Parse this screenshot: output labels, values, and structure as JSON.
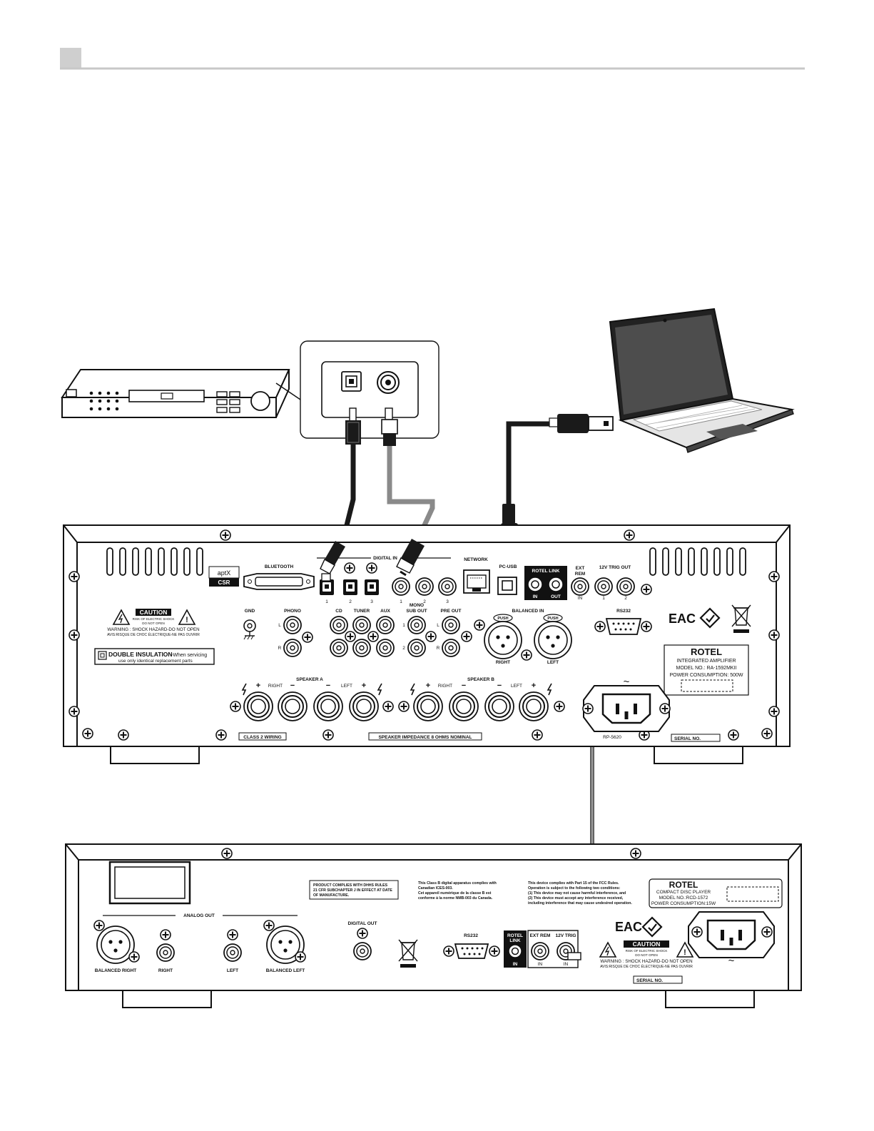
{
  "amplifier": {
    "digital_in_header": "DIGITAL IN",
    "digital_in_numbers": [
      "1",
      "2",
      "3",
      "1",
      "2",
      "3"
    ],
    "aptx_label": "aptX",
    "csr_label": "CSR",
    "bluetooth_label": "BLUETOOTH",
    "network_label": "NETWORK",
    "pc_usb_label": "PC-USB",
    "rotel_link_label": "ROTEL LINK",
    "rotel_link_in": "IN",
    "rotel_link_out": "OUT",
    "ext_rem_label_1": "EXT",
    "ext_rem_label_2": "REM",
    "ext_rem_in": "IN",
    "trig_out_label": "12V TRIG OUT",
    "trig_numbers": [
      "1",
      "2"
    ],
    "caution_label": "CAUTION",
    "caution_small_1": "RISK OF ELECTRIC SHOCK",
    "caution_small_2": "DO NOT OPEN",
    "warning_text": "WARNING : SHOCK HAZARD-DO NOT OPEN",
    "avis_text": "AVIS:RISQUE DE CHOC ÉLECTRIQUE-NE PAS OUVRIR",
    "double_insulation": "DOUBLE INSULATION",
    "double_insulation_rest": "-When servicing",
    "double_insulation_line2": "use only identical replacement parts",
    "gnd_label": "GND",
    "phono_label": "PHONO",
    "cd_label": "CD",
    "tuner_label": "TUNER",
    "aux_label": "AUX",
    "mono_sub_out_1": "MONO",
    "mono_sub_out_2": "SUB OUT",
    "pre_out_label": "PRE OUT",
    "balanced_in_label": "BALANCED IN",
    "push_label": "PUSH",
    "right_label": "RIGHT",
    "left_label": "LEFT",
    "l_label": "L",
    "r_label": "R",
    "num_1": "1",
    "num_2": "2",
    "rs232_label": "RS232",
    "eac_label": "EAC",
    "speaker_a_label": "SPEAKER  A",
    "speaker_b_label": "SPEAKER  B",
    "plus": "+",
    "minus": "−",
    "class2_wiring": "CLASS 2 WIRING",
    "impedance_label": "SPEAKER IMPEDANCE 8 OHMS NOMINAL",
    "rotel_brand": "ROTEL",
    "product_type": "INTEGRATED AMPLIFIER",
    "model_no": "MODEL NO.: RA-1592MKII",
    "power_consumption": "POWER CONSUMPTION: 500W",
    "ac_symbol": "~",
    "rp_label": "RP-5620",
    "serial_no": "SERIAL NO."
  },
  "cd_player": {
    "analog_out_label": "ANALOG OUT",
    "balanced_right": "BALANCED RIGHT",
    "right_label": "RIGHT",
    "left_label": "LEFT",
    "balanced_left": "BALANCED LEFT",
    "digital_out_label": "DIGITAL OUT",
    "dhhs_line1": "PRODUCT COMPLIES WITH DHHS RULES",
    "dhhs_line2": "21 CFR SUBCHAPTER J IN EFFECT AT DATE",
    "dhhs_line3": "OF MANUFACTURE.",
    "ices_line1": "This Class B digital apparatus complies with",
    "ices_line2": "Canadian ICES-003.",
    "ices_line3": "Cet appareil numérique de la classe B est",
    "ices_line4": "conforme à la norme NMB-003 du Canada.",
    "fcc_line1": "This device complies with Part 15 of the FCC Rules.",
    "fcc_line2": "Operation is subject to the following two conditions:",
    "fcc_line3": "(1) This device may not cause harmful interference, and",
    "fcc_line4": "(2) This device must accept any interference received,",
    "fcc_line5": "including interference that may cause undesired operation.",
    "rs232_label": "RS232",
    "rotel_link_1": "ROTEL",
    "rotel_link_2": "LINK",
    "ext_rem_label": "EXT REM",
    "trig_label": "12V TRIG",
    "in_label": "IN",
    "rotel_brand": "ROTEL",
    "product_type": "COMPACT DISC PLAYER",
    "model_no": "MODEL NO.:RCD-1572",
    "power_consumption": "POWER CONSUMPTION:15W",
    "eac_label": "EAC",
    "caution_label": "CAUTION",
    "caution_small_1": "RISK OF ELECTRIC SHOCK",
    "caution_small_2": "DO NOT OPEN",
    "warning_text": "WARNING : SHOCK HAZARD-DO NOT OPEN",
    "avis_text": "AVIS:RISQUE DE CHOC ÉLECTRIQUE-NE PAS OUVRIR",
    "ac_symbol": "~",
    "serial_no": "SERIAL NO."
  },
  "colors": {
    "line": "#111111",
    "panel_fill": "#ffffff",
    "header_box": "#cfcfcf",
    "header_rule": "#c8c8c8",
    "black_cable": "#1a1a1a",
    "grey_cable": "#8a8a8a",
    "laptop_screen": "#4d4d4d"
  }
}
